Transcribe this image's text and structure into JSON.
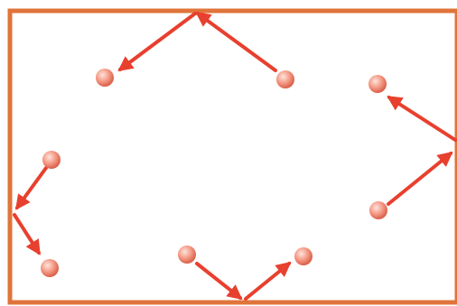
{
  "colors": {
    "background": "#ffffff",
    "box_border": "#e0743a",
    "arrow": "#e8402e",
    "ball_highlight": "#fde4dc",
    "ball_mid": "#f59a86",
    "ball_shadow": "#d9604a"
  },
  "icons": {
    "ball": "ball-icon",
    "arrow": "arrow-icon"
  },
  "diagram": {
    "description_items": [
      "top-wall-bounce",
      "right-wall-bounce",
      "left-wall-bounce",
      "bottom-wall-bounce"
    ]
  }
}
